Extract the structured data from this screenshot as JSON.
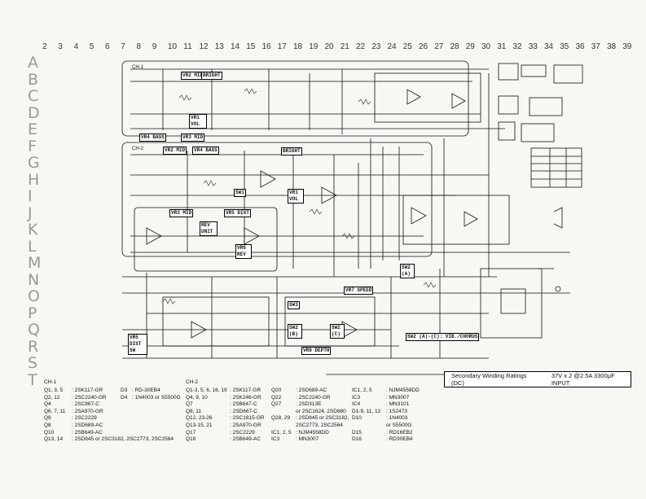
{
  "column_numbers": [
    "2",
    "3",
    "4",
    "5",
    "6",
    "7",
    "8",
    "9",
    "10",
    "11",
    "12",
    "13",
    "14",
    "15",
    "16",
    "17",
    "18",
    "19",
    "20",
    "21",
    "22",
    "23",
    "24",
    "25",
    "26",
    "27",
    "28",
    "29",
    "30",
    "31",
    "32",
    "33",
    "34",
    "35",
    "36",
    "37",
    "38",
    "39"
  ],
  "row_letters": [
    "A",
    "B",
    "C",
    "D",
    "E",
    "F",
    "G",
    "H",
    "I",
    "J",
    "K",
    "L",
    "M",
    "N",
    "O",
    "P",
    "Q",
    "R",
    "S",
    "T"
  ],
  "blocks": {
    "ch1_vr2": "VR2 MID",
    "ch1_bright": "BRIGHT",
    "ch1_vr1_vol": "VR1 VOL",
    "ch1_vr4_bass": "VR4 BASS",
    "ch1_vr3_mid": "VR3 MID",
    "ch2_vr2_mid": "VR2 MID",
    "ch2_vr4": "VR4 BASS",
    "ch2_bright": "BRIGHT",
    "ch2_sw1": "SW1",
    "ch2_vr1_vol": "VR1 VOL",
    "vr3_mid": "VR3 MID",
    "vr5_dist": "VR5 DIST",
    "rev_unit": "REV UNIT",
    "vr6_rev": "VR6 REV",
    "sw3": "SW3",
    "sw2_a": "SW2 (A)",
    "vr7_speed": "VR7 SPEED",
    "vr8_depth": "VR8 DEPTH",
    "sw2_b": "SW2 (B)",
    "sw2_c": "SW2 (C)",
    "vr5_dist_sw": "VR5 DIST SW",
    "sw2_note": "SW2 (A)-(C): VIB./CHORUS"
  },
  "labels": {
    "ch1": "CH-1",
    "ch2": "CH-2"
  },
  "winding": {
    "label": "Secondary Winding Ratings (DC)",
    "value": "37V x 2 @2.5A  3300μF INPUT"
  },
  "parts_ch1": {
    "heading": "CH-1",
    "rows": [
      {
        "k": "Q1, 3, 5",
        "v": ": 2SK117-GR"
      },
      {
        "k": "Q2, 12",
        "v": ": 2SC2240-GR"
      },
      {
        "k": "Q4",
        "v": ": 2SC867-C"
      },
      {
        "k": "Q6, 7, 11",
        "v": ": 2SA970-GR"
      },
      {
        "k": "Q9",
        "v": ": 2SC2229"
      },
      {
        "k": "Q8",
        "v": ": 2SD689-AC"
      },
      {
        "k": "Q10",
        "v": ": 2SB649-AC"
      },
      {
        "k": "Q13, 14",
        "v": ": 2SD845 or 2SC3182, 2SC2773, 2SC2564"
      }
    ]
  },
  "parts_d": {
    "rows": [
      {
        "k": "D3",
        "v": ": RD-30EB4"
      },
      {
        "k": "D4",
        "v": ": 1N4003 or S5500G"
      }
    ]
  },
  "parts_ch2": {
    "heading": "CH-2",
    "rows": [
      {
        "k": "Q1-3, 5, 6, 16, 19",
        "v": ": 2SK117-GR"
      },
      {
        "k": "Q4, 9, 10",
        "v": ": 2SK246-GR"
      },
      {
        "k": "Q7",
        "v": ": 2SB647-C"
      },
      {
        "k": "Q8, 11",
        "v": ": 2SD667-C"
      },
      {
        "k": "Q12, 23-26",
        "v": ": 2SC1815-GR"
      },
      {
        "k": "Q13-15, 21",
        "v": ": 2SA970-GR"
      },
      {
        "k": "Q17",
        "v": ": 2SC2229"
      },
      {
        "k": "Q18",
        "v": ": 2SB649-AC"
      }
    ]
  },
  "parts_q": {
    "rows": [
      {
        "k": "Q20",
        "v": ": 2SD689-AC"
      },
      {
        "k": "Q22",
        "v": ": 2SC2240-GR"
      },
      {
        "k": "Q27",
        "v": ": 2SD313E"
      },
      {
        "k": "",
        "v": "  or 2SC1624, 2SD880"
      },
      {
        "k": "Q28, 29",
        "v": ": 2SD845 or 2SC3182,"
      },
      {
        "k": "",
        "v": "  2SC2773, 2SC2564"
      },
      {
        "k": "IC1, 2, 5",
        "v": ": NJM4558DD"
      },
      {
        "k": "IC3",
        "v": ": MN3007"
      }
    ]
  },
  "parts_ic": {
    "rows": [
      {
        "k": "IC1, 2, 5",
        "v": ": NJM4558DD"
      },
      {
        "k": "IC3",
        "v": ": MN3007"
      },
      {
        "k": "IC4",
        "v": ": MN3101"
      },
      {
        "k": "D1-9, 11, 12",
        "v": ": 1S2473"
      },
      {
        "k": "D10",
        "v": ": 1N4003"
      },
      {
        "k": "",
        "v": "  or S5500G"
      },
      {
        "k": "D15",
        "v": ": RD16EB2"
      },
      {
        "k": "D16",
        "v": ": RD30EB4"
      }
    ]
  }
}
